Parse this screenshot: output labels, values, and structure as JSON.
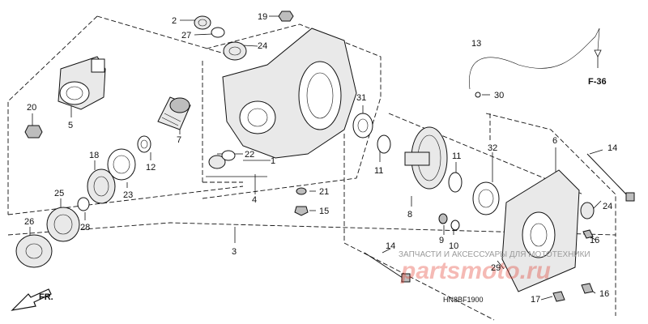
{
  "diagram_code": "HN8BF1900",
  "front_label": "FR.",
  "reference": "F-36",
  "watermark": {
    "text": "ЗАПЧАСТИ И АКСЕССУАРЫ ДЛЯ МОТОТЕХНИКИ",
    "logo": "partsmoto.ru"
  },
  "callouts": [
    {
      "id": "c2",
      "label": "2"
    },
    {
      "id": "c27",
      "label": "27"
    },
    {
      "id": "c19",
      "label": "19"
    },
    {
      "id": "c24a",
      "label": "24"
    },
    {
      "id": "c13",
      "label": "13"
    },
    {
      "id": "c30",
      "label": "30"
    },
    {
      "id": "c20",
      "label": "20"
    },
    {
      "id": "c5",
      "label": "5"
    },
    {
      "id": "c7",
      "label": "7"
    },
    {
      "id": "c31",
      "label": "31"
    },
    {
      "id": "c22",
      "label": "22"
    },
    {
      "id": "c1",
      "label": "1"
    },
    {
      "id": "c18",
      "label": "18"
    },
    {
      "id": "c12",
      "label": "12"
    },
    {
      "id": "c11a",
      "label": "11"
    },
    {
      "id": "c11b",
      "label": "11"
    },
    {
      "id": "c32",
      "label": "32"
    },
    {
      "id": "c6",
      "label": "6"
    },
    {
      "id": "c14a",
      "label": "14"
    },
    {
      "id": "c4",
      "label": "4"
    },
    {
      "id": "c21",
      "label": "21"
    },
    {
      "id": "c15",
      "label": "15"
    },
    {
      "id": "c25",
      "label": "25"
    },
    {
      "id": "c23",
      "label": "23"
    },
    {
      "id": "c28",
      "label": "28"
    },
    {
      "id": "c8",
      "label": "8"
    },
    {
      "id": "c24b",
      "label": "24"
    },
    {
      "id": "c26",
      "label": "26"
    },
    {
      "id": "c9",
      "label": "9"
    },
    {
      "id": "c10",
      "label": "10"
    },
    {
      "id": "c16a",
      "label": "16"
    },
    {
      "id": "c3",
      "label": "3"
    },
    {
      "id": "c14b",
      "label": "14"
    },
    {
      "id": "c29",
      "label": "29"
    },
    {
      "id": "c16b",
      "label": "16"
    },
    {
      "id": "c17",
      "label": "17"
    }
  ]
}
